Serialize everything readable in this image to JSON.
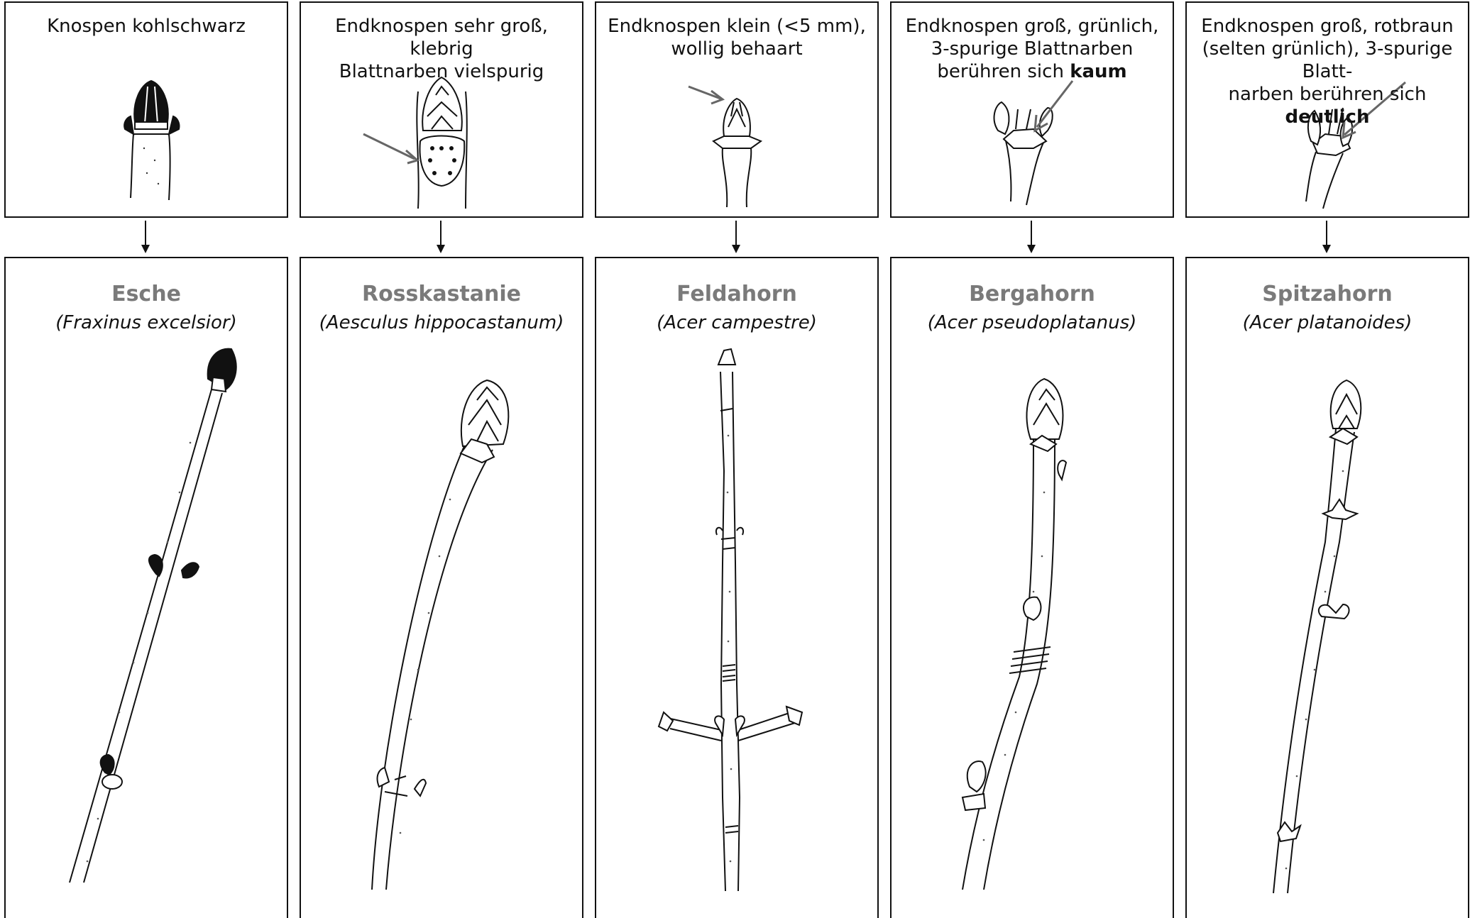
{
  "columns": [
    {
      "key": "esche",
      "lines": [
        "Knospen kohlschwarz"
      ],
      "name": "Esche",
      "latin": "(Fraxinus excelsior)"
    },
    {
      "key": "rosskastanie",
      "lines": [
        "Endknospen sehr groß, klebrig",
        "Blattnarben vielspurig"
      ],
      "name": "Rosskastanie",
      "latin": "(Aesculus hippocastanum)"
    },
    {
      "key": "feldahorn",
      "lines": [
        "Endknospen klein (<5 mm),",
        "wollig behaart"
      ],
      "name": "Feldahorn",
      "latin": "(Acer campestre)"
    },
    {
      "key": "bergahorn",
      "lines": [
        "Endknospen groß, grünlich,",
        "3-spurige Blattnarben"
      ],
      "line3_prefix": "berühren sich ",
      "line3_bold": "kaum",
      "name": "Bergahorn",
      "latin": "(Acer pseudoplatanus)"
    },
    {
      "key": "spitzahorn",
      "lines": [
        "Endknospen groß, rotbraun",
        "(selten grünlich), 3-spurige Blatt-"
      ],
      "line3_prefix": "narben berühren sich ",
      "line3_bold": "deutlich",
      "name": "Spitzahorn",
      "latin": "(Acer platanoides)"
    }
  ]
}
